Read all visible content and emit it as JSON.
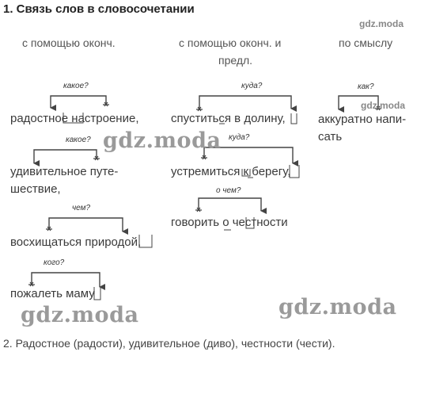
{
  "title": "1. Связь слов в словосочетании",
  "columns": {
    "col1": "с помощью оконч.",
    "col2_line1": "с помощью оконч. и",
    "col2_line2": "предл.",
    "col3": "по смыслу"
  },
  "phrases": {
    "p1": "радостное настроение,",
    "p2_line1": "удивительное путе-",
    "p2_line2": "шествие,",
    "p3": "восхищаться природой,",
    "p4": "пожалеть маму",
    "p5": "спуститься в долину,",
    "p6": "устремиться к берегу,",
    "p7": "говорить о честности",
    "p8_line1": "аккуратно напи-",
    "p8_line2": "сать"
  },
  "questions": {
    "q1": "какое?",
    "q2": "какое?",
    "q3": "чем?",
    "q4": "кого?",
    "q5": "куда?",
    "q6": "куда?",
    "q7": "о чем?",
    "q8": "как?"
  },
  "answer": "2. Радостное (радости), удивительное (диво), честности (чести).",
  "watermarks": {
    "small1": "gdz.moda",
    "small2": "gdz.moda",
    "big1": "gdz.moda",
    "big2": "gdz.moda",
    "big3": "gdz.moda"
  }
}
